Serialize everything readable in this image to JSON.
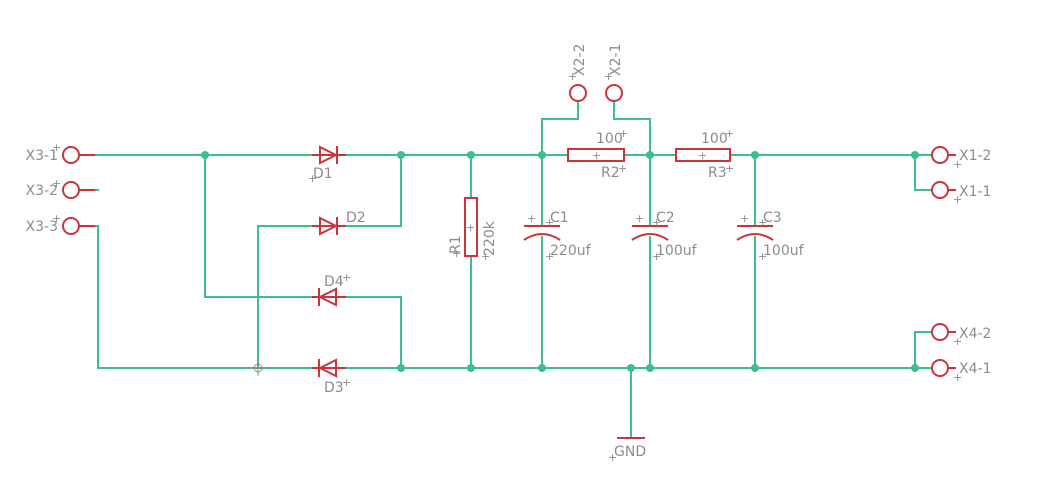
{
  "connectors": {
    "x3_1": "X3-1",
    "x3_2": "X3-2",
    "x3_3": "X3-3",
    "x2_2": "X2-2",
    "x2_1": "X2-1",
    "x1_2": "X1-2",
    "x1_1": "X1-1",
    "x4_2": "X4-2",
    "x4_1": "X4-1"
  },
  "diodes": {
    "d1": "D1",
    "d2": "D2",
    "d3": "D3",
    "d4": "D4"
  },
  "resistors": {
    "r1": {
      "name": "R1",
      "value": "220k"
    },
    "r2": {
      "name": "R2",
      "value": "100"
    },
    "r3": {
      "name": "R3",
      "value": "100"
    }
  },
  "capacitors": {
    "c1": {
      "name": "C1",
      "value": "220uf"
    },
    "c2": {
      "name": "C2",
      "value": "100uf"
    },
    "c3": {
      "name": "C3",
      "value": "100uf"
    }
  },
  "ground": {
    "label": "GND"
  },
  "colors": {
    "wire": "#3cbf8c",
    "component": "#c8363c",
    "text": "#8c8c8c",
    "background": "#ffffff"
  }
}
